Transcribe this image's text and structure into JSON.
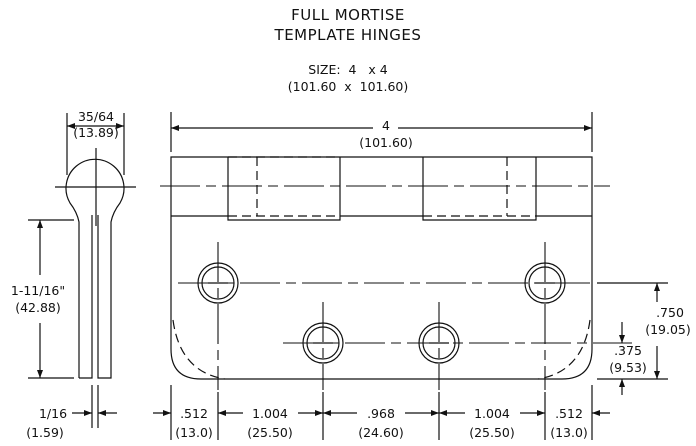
{
  "title": {
    "line1": "FULL MORTISE",
    "line2": "TEMPLATE HINGES"
  },
  "size": {
    "line1": "SIZE:  4   x 4",
    "line2": "(101.60  x  101.60)"
  },
  "dimensions": {
    "width": {
      "in": "4",
      "mm": "(101.60)"
    },
    "knuckle_diameter": {
      "in": "35/64",
      "mm": "(13.89)"
    },
    "leaf_height": {
      "in": "1-11/16\"",
      "mm": "(42.88)"
    },
    "leaf_thickness": {
      "in": "1/16",
      "mm": "(1.59)"
    },
    "upper_holes_offset": {
      "in": ".750",
      "mm": "(19.05)"
    },
    "lower_holes_offset": {
      "in": ".375",
      "mm": "(9.53)"
    },
    "bottom": [
      {
        "in": ".512",
        "mm": "(13.0)"
      },
      {
        "in": "1.004",
        "mm": "(25.50)"
      },
      {
        "in": ".968",
        "mm": "(24.60)"
      },
      {
        "in": "1.004",
        "mm": "(25.50)"
      },
      {
        "in": ".512",
        "mm": "(13.0)"
      }
    ]
  }
}
